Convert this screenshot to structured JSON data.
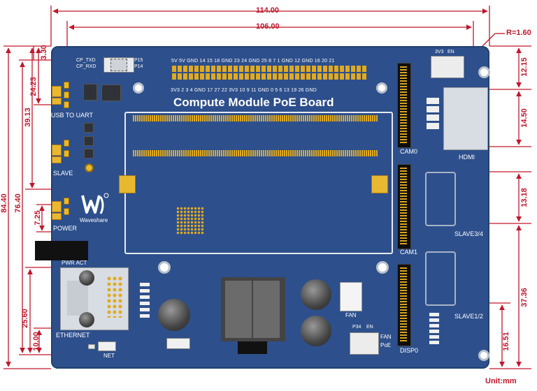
{
  "title": "Compute Module PoE Board",
  "unit_label": "Unit:mm",
  "brand": "Waveshare",
  "dimensions": {
    "width_outer": "114.00",
    "width_inner": "106.00",
    "radius": "R=1.60",
    "height_outer": "84.40",
    "height_inner": "76.40",
    "left_small": "3.30",
    "left_24_23": "24.23",
    "left_39_13": "39.13",
    "left_7_25": "7.25",
    "left_25_60": "25.60",
    "left_10_00": "10.00",
    "right_12_15": "12.15",
    "right_14_50": "14.50",
    "right_13_18": "13.18",
    "right_37_36": "37.36",
    "right_16_51": "16.51"
  },
  "labels": {
    "usb_to_uart": "USB TO UART",
    "slave": "SLAVE",
    "power": "POWER",
    "pwr_act": "PWR ACT",
    "ethernet": "ETHERNET",
    "net": "NET",
    "cam0": "CAM0",
    "cam1": "CAM1",
    "disp0": "DISP0",
    "hdmi": "HDMI",
    "slave34": "SLAVE3/4",
    "slave12": "SLAVE1/2",
    "fan": "FAN",
    "fan_poe_top": "FAN",
    "fan_poe_bottom": "PoE",
    "p34": "P34",
    "en": "EN",
    "cp_txd": "CP_TXD",
    "cp_rxd": "CP_RXD",
    "p15": "P15",
    "p14": "P14",
    "threev3_top": "3V3",
    "en_top": "EN",
    "gpio_top_row": "5V  5V GND 14  15  18 GND 23  24 GND 25   8   7   1  GND 12 GND 16  20  21",
    "gpio_bottom_row": "3V3  2   3   4  GND 17  27  22 3V3 10   9  11 GND  0   5   6  13  19  26 GND"
  },
  "colors": {
    "board": "#2d4f8c",
    "dimension": "#c0172a",
    "gold": "#d9a21d"
  }
}
